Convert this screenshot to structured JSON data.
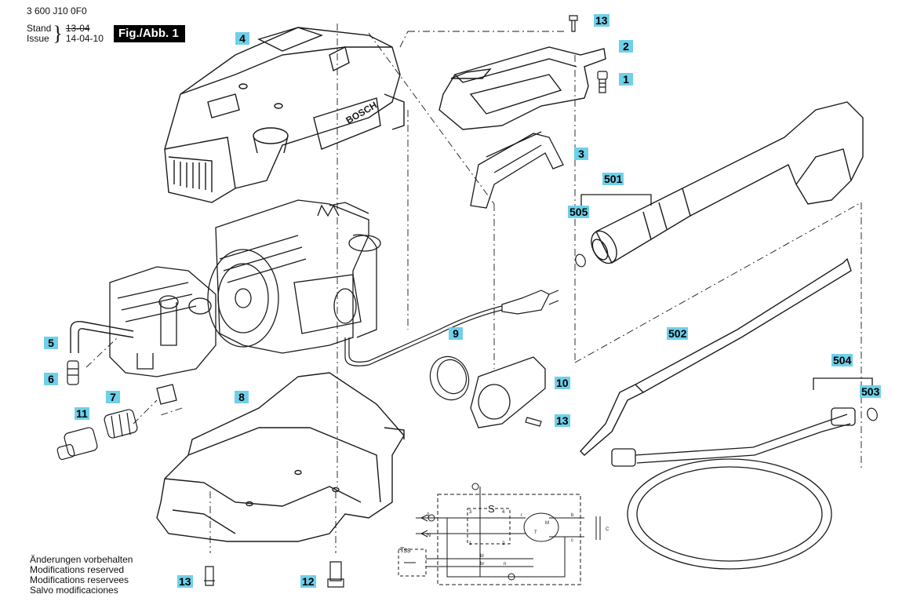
{
  "header": {
    "document_number": "3 600 J10 0F0",
    "revision_labels": [
      "Stand",
      "Issue"
    ],
    "revision_old": "13-04",
    "revision_new": "14-04-10",
    "figure_label": "Fig./Abb. 1"
  },
  "disclaimer": [
    "Änderungen vorbehalten",
    "Modifications reserved",
    "Modifications reservees",
    "Salvo modificaciones"
  ],
  "brand_on_cover": "BOSCH",
  "callouts": [
    {
      "id": "13",
      "part": "screw-top"
    },
    {
      "id": "2",
      "part": "handle"
    },
    {
      "id": "1",
      "part": "screw-handle"
    },
    {
      "id": "3",
      "part": "handle-insert"
    },
    {
      "id": "4",
      "part": "top-cover"
    },
    {
      "id": "501",
      "part": "spray-gun"
    },
    {
      "id": "505",
      "part": "o-ring-gun"
    },
    {
      "id": "5",
      "part": "bypass-tube"
    },
    {
      "id": "6",
      "part": "plug-fitting"
    },
    {
      "id": "7",
      "part": "filter"
    },
    {
      "id": "8",
      "part": "base-housing"
    },
    {
      "id": "9",
      "part": "cap"
    },
    {
      "id": "10",
      "part": "cable-holder"
    },
    {
      "id": "13",
      "part": "screw-holder"
    },
    {
      "id": "11",
      "part": "water-inlet"
    },
    {
      "id": "502",
      "part": "lance"
    },
    {
      "id": "504",
      "part": "hose"
    },
    {
      "id": "503",
      "part": "o-ring-hose"
    },
    {
      "id": "13",
      "part": "screw-bottom"
    },
    {
      "id": "12",
      "part": "screw-bottom-long"
    }
  ],
  "schematic": {
    "switch_label": "S",
    "thermo_label": "Tss",
    "terminals": [
      "1",
      "N",
      "3",
      "4",
      "1",
      "2",
      "r",
      "b",
      "c",
      "c",
      "C",
      "M",
      "T",
      "bl",
      "br",
      "n"
    ]
  },
  "colors": {
    "callout_bg": "#6fd0ea",
    "line": "#1a1a1a",
    "figure_bg": "#000000"
  }
}
